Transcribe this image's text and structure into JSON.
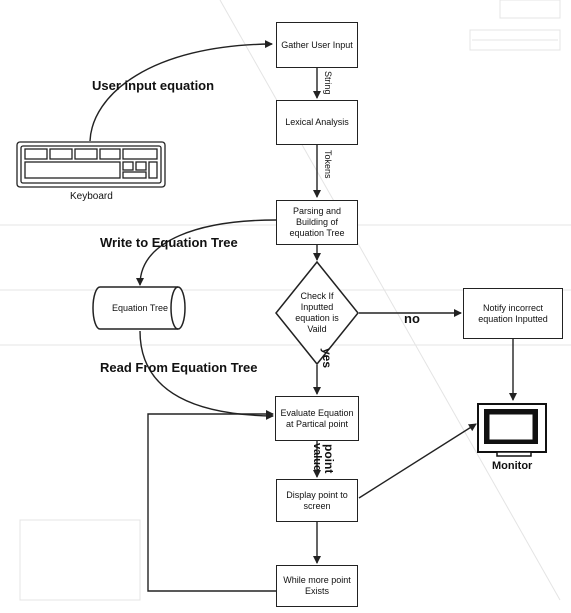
{
  "diagram": {
    "nodes": {
      "gather": "Gather User Input",
      "lexical": "Lexical Analysis",
      "parsing": "Parsing and Building of equation Tree",
      "check": "Check If Inputted equation is Vaild",
      "notify": "Notify incorrect equation Inputted",
      "evaluate": "Evaluate Equation at Partical point",
      "display": "Display point to screen",
      "while": "While more point Exists",
      "eq_tree": "Equation Tree",
      "keyboard": "Keyboard",
      "monitor": "Monitor"
    },
    "edges": {
      "string": "String",
      "tokens": "Tokens",
      "user_input": "User input equation",
      "write_tree": "Write to Equation Tree",
      "read_tree": "Read From Equation Tree",
      "no": "no",
      "yes": "yes",
      "point": "point",
      "value": "value"
    }
  }
}
